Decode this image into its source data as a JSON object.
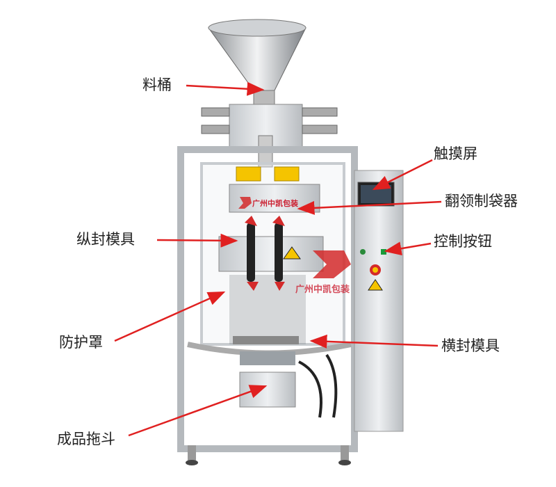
{
  "labels": {
    "hopper": "料桶",
    "touch_screen": "触摸屏",
    "bag_former": "翻领制袋器",
    "vertical_seal": "纵封模具",
    "control_buttons": "控制按钮",
    "guard": "防护罩",
    "horizontal_seal": "横封模具",
    "product_chute": "成品拖斗"
  },
  "logo": {
    "text": "广州中凯包装"
  },
  "colors": {
    "arrow": "#e02020",
    "machine": "#d9dcdf",
    "accent_red": "#d42a2a"
  }
}
